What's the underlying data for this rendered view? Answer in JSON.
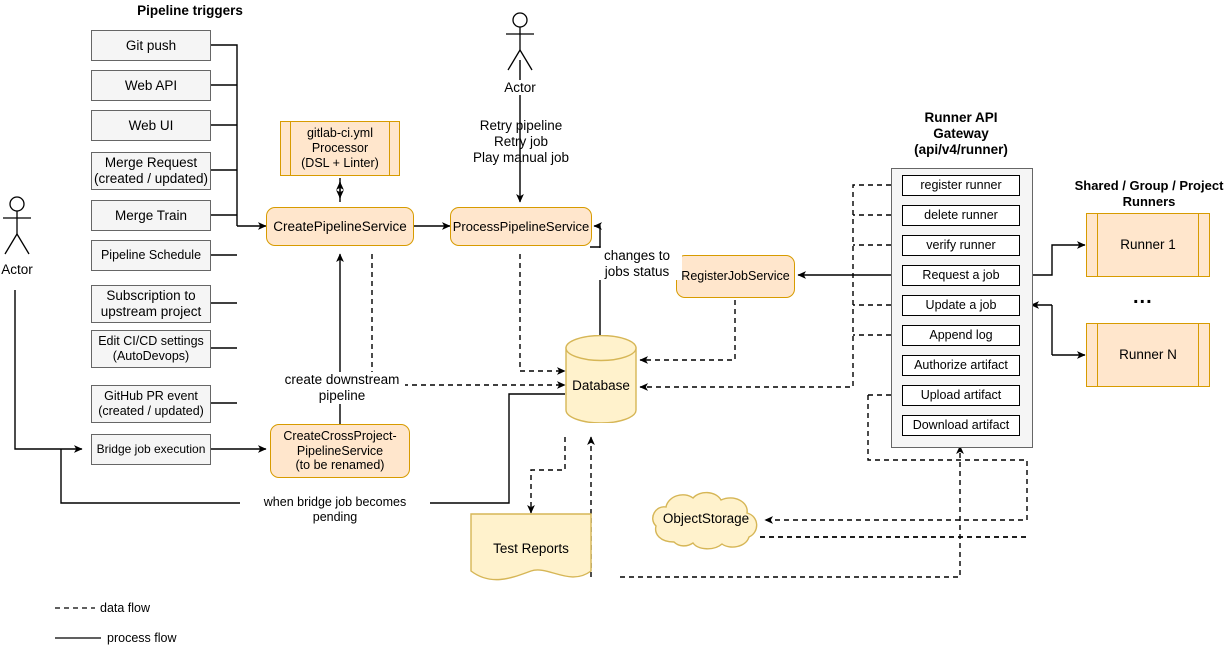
{
  "diagram": {
    "title_triggers": "Pipeline triggers",
    "title_runner_api": "Runner API\nGateway\n(api/v4/runner)",
    "title_runner_api_lines": [
      "Runner API",
      "Gateway",
      "(api/v4/runner)"
    ],
    "title_runners": "Shared / Group / Project\nRunners",
    "title_runners_lines": [
      "Shared / Group / Project",
      "Runners"
    ]
  },
  "triggers": [
    {
      "label": "Git push"
    },
    {
      "label": "Web API"
    },
    {
      "label": "Web UI"
    },
    {
      "label": "Merge Request\n(created / updated)"
    },
    {
      "label": "Merge Train"
    },
    {
      "label": "Pipeline Schedule"
    },
    {
      "label": "Subscription to\nupstream project"
    },
    {
      "label": "Edit CI/CD settings\n(AutoDevops)"
    },
    {
      "label": "GitHub PR event\n(created / updated)"
    },
    {
      "label": "Bridge job execution"
    }
  ],
  "services": {
    "yml_processor": "gitlab-ci.yml\nProcessor\n(DSL + Linter)",
    "create_pipeline": "CreatePipelineService",
    "process_pipeline": "ProcessPipelineService",
    "register_job": "RegisterJobService",
    "cross_project": "CreateCrossProject-\nPipelineService\n(to be renamed)"
  },
  "stores": {
    "database": "Database",
    "object_storage": "ObjectStorage",
    "test_reports": "Test Reports"
  },
  "actors": [
    {
      "label": "Actor"
    },
    {
      "label": "Actor"
    }
  ],
  "edge_labels": {
    "retry": "Retry pipeline\nRetry job\nPlay manual job",
    "changes_to_jobs_status": "changes to\njobs status",
    "create_downstream_pipeline": "create downstream\npipeline",
    "when_bridge_pending": "when bridge job becomes pending"
  },
  "runner_api": {
    "items": [
      {
        "label": "register runner"
      },
      {
        "label": "delete runner"
      },
      {
        "label": "verify runner"
      },
      {
        "label": "Request a job"
      },
      {
        "label": "Update a job"
      },
      {
        "label": "Append log"
      },
      {
        "label": "Authorize artifact"
      },
      {
        "label": "Upload artifact"
      },
      {
        "label": "Download artifact"
      }
    ]
  },
  "runners": {
    "items": [
      {
        "label": "Runner 1"
      },
      {
        "label": "Runner N"
      }
    ],
    "ellipsis": "..."
  },
  "legend": [
    {
      "label": "data flow",
      "style": "dashed"
    },
    {
      "label": "process flow",
      "style": "solid"
    }
  ],
  "colors": {
    "service_fill": "#FFE6CC",
    "service_stroke": "#D79B00",
    "store_fill": "#FFF2CC",
    "store_stroke": "#D6B656",
    "trigger_fill": "#F5F5F5",
    "trigger_stroke": "#666666",
    "line": "#000000"
  }
}
